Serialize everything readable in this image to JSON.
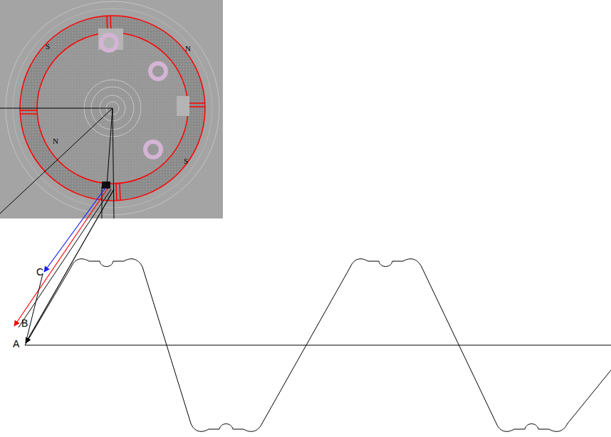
{
  "diagram": {
    "labels": [
      "S",
      "N",
      "N",
      "S",
      "C",
      "B",
      "A"
    ]
  }
}
